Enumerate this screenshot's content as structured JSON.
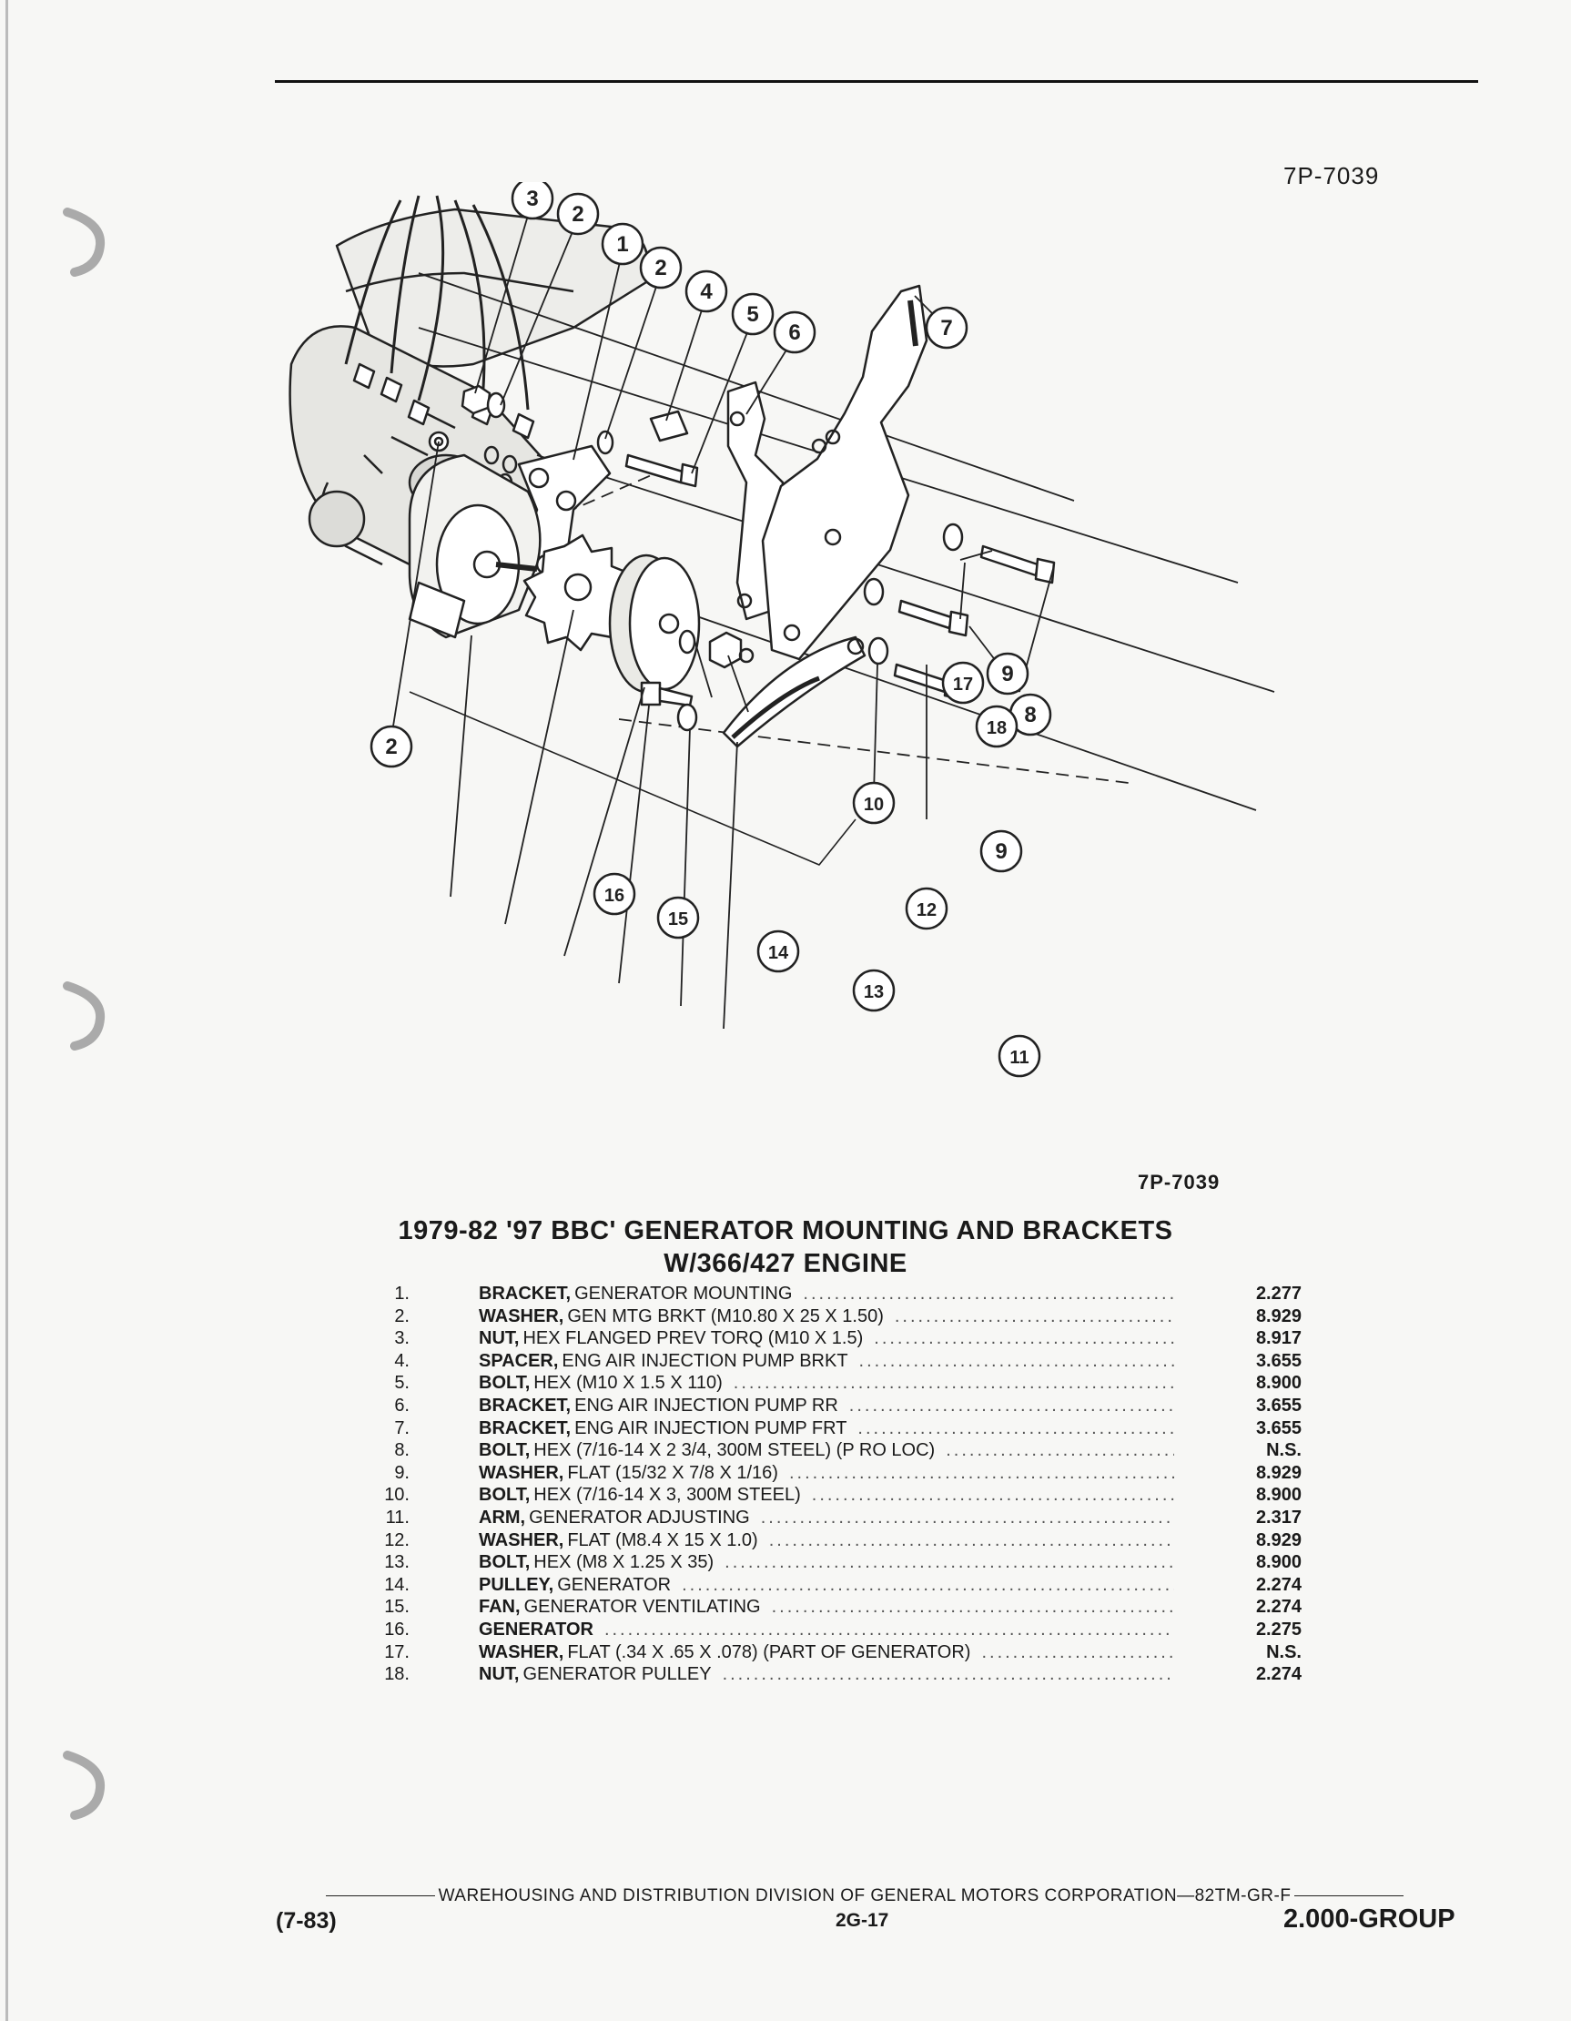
{
  "figure": {
    "code_top": "7P-7039",
    "code_bottom": "7P-7039",
    "callouts": [
      "1",
      "2",
      "2",
      "2",
      "3",
      "4",
      "5",
      "6",
      "7",
      "8",
      "9",
      "9",
      "10",
      "11",
      "12",
      "13",
      "14",
      "15",
      "16",
      "17",
      "18"
    ]
  },
  "title": {
    "line1": "1979-82 '97 BBC' GENERATOR MOUNTING AND BRACKETS",
    "line2": "W/366/427 ENGINE"
  },
  "parts": [
    {
      "num": "1.",
      "name": "BRACKET,",
      "detail": "GENERATOR MOUNTING",
      "group": "2.277"
    },
    {
      "num": "2.",
      "name": "WASHER,",
      "detail": "GEN MTG BRKT (M10.80 X 25 X 1.50)",
      "group": "8.929"
    },
    {
      "num": "3.",
      "name": "NUT,",
      "detail": "HEX FLANGED PREV TORQ (M10 X 1.5)",
      "group": "8.917"
    },
    {
      "num": "4.",
      "name": "SPACER,",
      "detail": "ENG AIR INJECTION PUMP BRKT",
      "group": "3.655"
    },
    {
      "num": "5.",
      "name": "BOLT,",
      "detail": "HEX (M10 X 1.5 X 110)",
      "group": "8.900"
    },
    {
      "num": "6.",
      "name": "BRACKET,",
      "detail": "ENG AIR INJECTION PUMP RR",
      "group": "3.655"
    },
    {
      "num": "7.",
      "name": "BRACKET,",
      "detail": "ENG AIR INJECTION PUMP FRT",
      "group": "3.655"
    },
    {
      "num": "8.",
      "name": "BOLT,",
      "detail": "HEX (7/16-14 X 2 3/4, 300M STEEL) (P RO LOC)",
      "group": "N.S."
    },
    {
      "num": "9.",
      "name": "WASHER,",
      "detail": "FLAT (15/32 X 7/8 X 1/16)",
      "group": "8.929"
    },
    {
      "num": "10.",
      "name": "BOLT,",
      "detail": "HEX (7/16-14 X 3, 300M STEEL)",
      "group": "8.900"
    },
    {
      "num": "11.",
      "name": "ARM,",
      "detail": "GENERATOR ADJUSTING",
      "group": "2.317"
    },
    {
      "num": "12.",
      "name": "WASHER,",
      "detail": "FLAT (M8.4 X 15 X 1.0)",
      "group": "8.929"
    },
    {
      "num": "13.",
      "name": "BOLT,",
      "detail": "HEX (M8 X 1.25 X 35)",
      "group": "8.900"
    },
    {
      "num": "14.",
      "name": "PULLEY,",
      "detail": "GENERATOR",
      "group": "2.274"
    },
    {
      "num": "15.",
      "name": "FAN,",
      "detail": "GENERATOR VENTILATING",
      "group": "2.274"
    },
    {
      "num": "16.",
      "name": "GENERATOR",
      "detail": "",
      "group": "2.275"
    },
    {
      "num": "17.",
      "name": "WASHER,",
      "detail": "FLAT (.34 X .65 X .078) (PART OF GENERATOR)",
      "group": "N.S."
    },
    {
      "num": "18.",
      "name": "NUT,",
      "detail": "GENERATOR PULLEY",
      "group": "2.274"
    }
  ],
  "footer": {
    "division": "WAREHOUSING AND DISTRIBUTION DIVISION OF GENERAL MOTORS CORPORATION—82TM-GR-F",
    "date": "(7-83)",
    "page": "2G-17",
    "group": "2.000-GROUP"
  }
}
